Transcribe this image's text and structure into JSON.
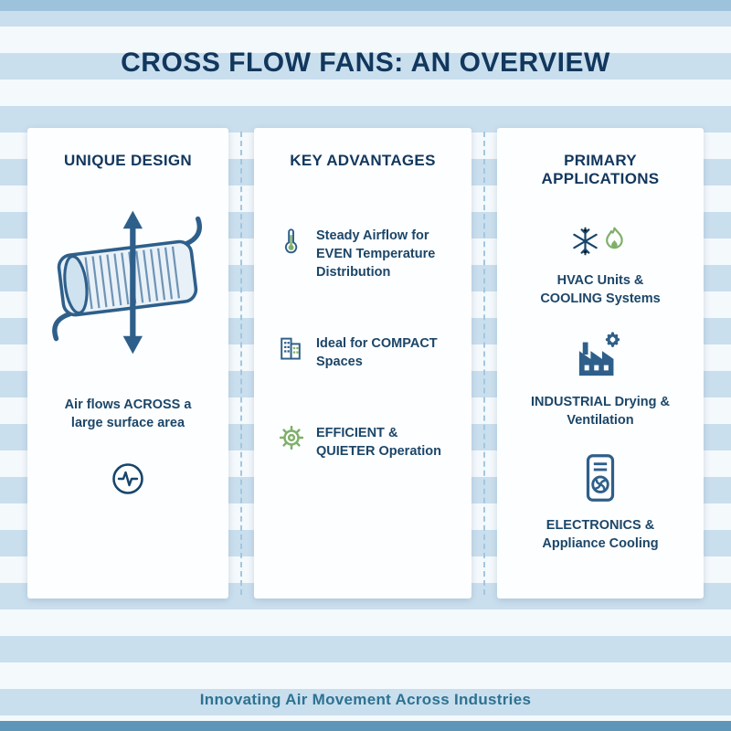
{
  "title": "CROSS FLOW FANS: AN OVERVIEW",
  "footer": "Innovating Air Movement Across Industries",
  "colors": {
    "navy": "#12375d",
    "blue": "#2e5f8a",
    "green": "#7fb069",
    "stripe_blue": "#cadfee",
    "stripe_white": "#f4f9fc"
  },
  "columns": [
    {
      "header": "UNIQUE DESIGN",
      "illustration": "cross-flow-fan-illustration",
      "caption": "Air flows ACROSS a large surface area",
      "badge_icon": "pulse-icon"
    },
    {
      "header": "KEY ADVANTAGES",
      "items": [
        {
          "icon": "thermometer-icon",
          "text": "Steady Airflow for EVEN Temperature Distribution"
        },
        {
          "icon": "building-icon",
          "text": "Ideal for COMPACT Spaces"
        },
        {
          "icon": "gear-icon",
          "text": "EFFICIENT & QUIETER Operation"
        }
      ]
    },
    {
      "header": "PRIMARY APPLICATIONS",
      "items": [
        {
          "icon": "snowflake-flame-icon",
          "text": "HVAC Units & COOLING Systems"
        },
        {
          "icon": "factory-icon",
          "text": "INDUSTRIAL Drying & Ventilation"
        },
        {
          "icon": "appliance-icon",
          "text": "ELECTRONICS & Appliance Cooling"
        }
      ]
    }
  ]
}
